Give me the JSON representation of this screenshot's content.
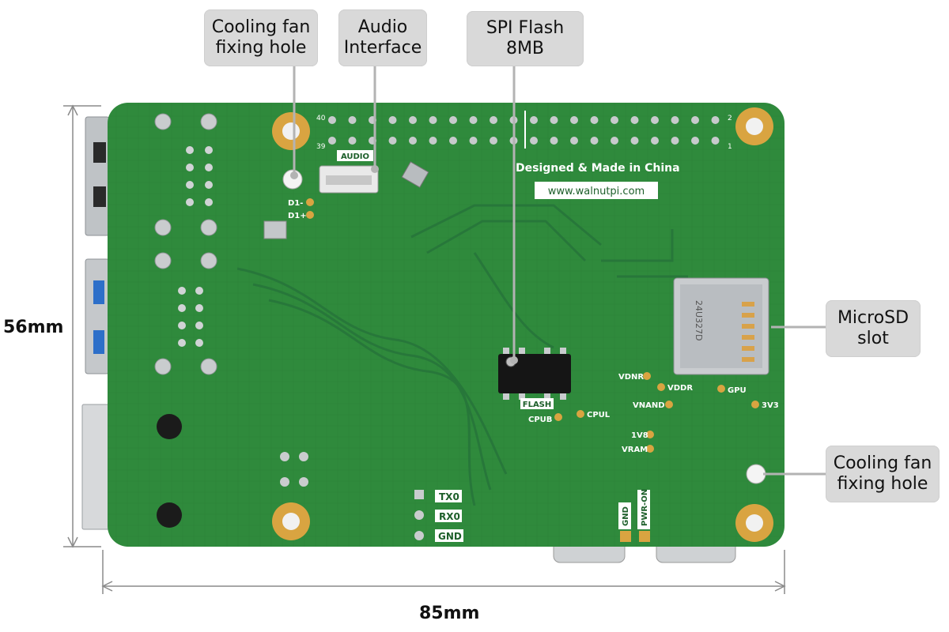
{
  "callouts": {
    "fan_hole_top": "Cooling fan\nfixing hole",
    "audio": "Audio\nInterface",
    "spi_flash": "SPI Flash\n8MB",
    "microsd": "MicroSD\nslot",
    "fan_hole_right": "Cooling fan\nfixing hole"
  },
  "dimensions": {
    "height": "56mm",
    "width": "85mm"
  },
  "silkscreen": {
    "designed": "Designed & Made in China",
    "url": "www.walnutpi.com",
    "audio": "AUDIO",
    "flash": "FLASH",
    "pin_40": "40",
    "pin_39": "39",
    "pin_2": "2",
    "pin_1": "1",
    "d_minus": "D1-",
    "d_plus": "D1+",
    "tx0": "TX0",
    "rx0": "RX0",
    "gnd": "GND",
    "gnd_v": "GND",
    "pwr_on": "PWR-ON",
    "cpub": "CPUB",
    "cpul": "CPUL",
    "vdnr": "VDNR",
    "vddr": "VDDR",
    "gpu": "GPU",
    "vnand": "VNAND",
    "v3v3": "3V3",
    "v1v8": "1V8",
    "vram": "VRAM",
    "sd_code": "24U327D"
  },
  "colors": {
    "pcb": "#2f8a3c",
    "pcb_dark": "#23722f",
    "pad_gold": "#d9a441",
    "callout_bg": "#d9d9d9"
  }
}
